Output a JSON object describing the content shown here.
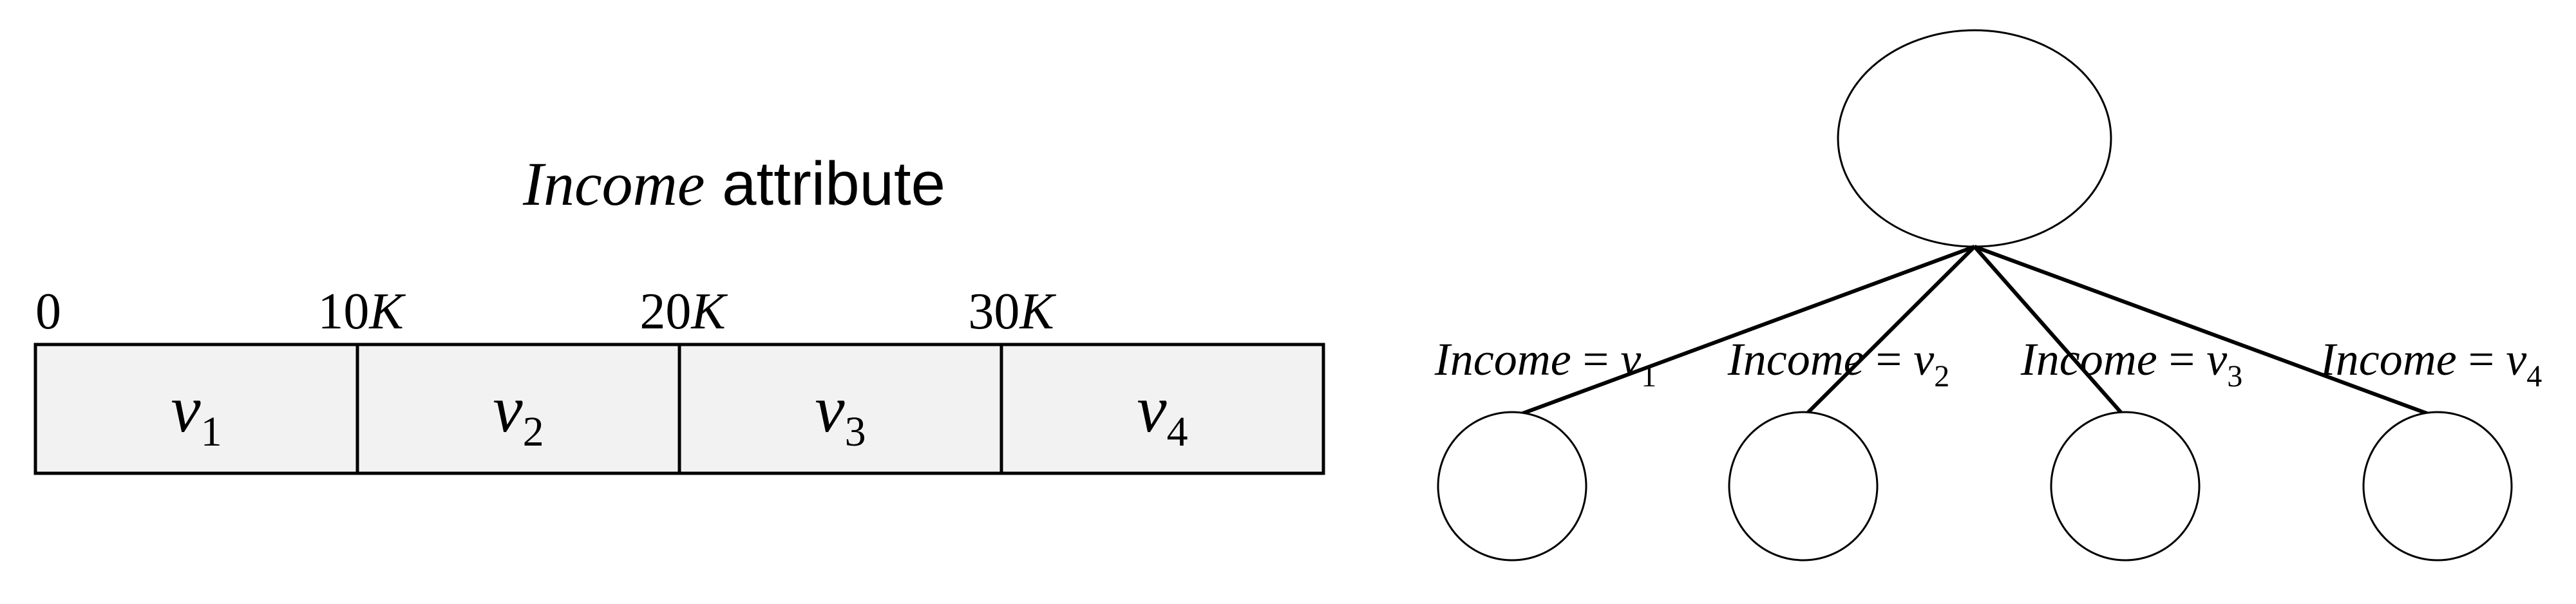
{
  "title": {
    "italic": "Income",
    "rest": " attribute"
  },
  "ticks": [
    {
      "num": "0",
      "unit": ""
    },
    {
      "num": "10",
      "unit": "K"
    },
    {
      "num": "20",
      "unit": "K"
    },
    {
      "num": "30",
      "unit": "K"
    }
  ],
  "intervals": [
    {
      "v": "v",
      "sub": "1"
    },
    {
      "v": "v",
      "sub": "2"
    },
    {
      "v": "v",
      "sub": "3"
    },
    {
      "v": "v",
      "sub": "4"
    }
  ],
  "edges": [
    {
      "attr": "Income",
      "eq": " = ",
      "v": "v",
      "sub": "1"
    },
    {
      "attr": "Income",
      "eq": " = ",
      "v": "v",
      "sub": "2"
    },
    {
      "attr": "Income",
      "eq": " = ",
      "v": "v",
      "sub": "3"
    },
    {
      "attr": "Income",
      "eq": " = ",
      "v": "v",
      "sub": "4"
    }
  ],
  "colors": {
    "cell_fill": "#f2f2f2",
    "stroke": "#000000",
    "text": "#000000"
  }
}
